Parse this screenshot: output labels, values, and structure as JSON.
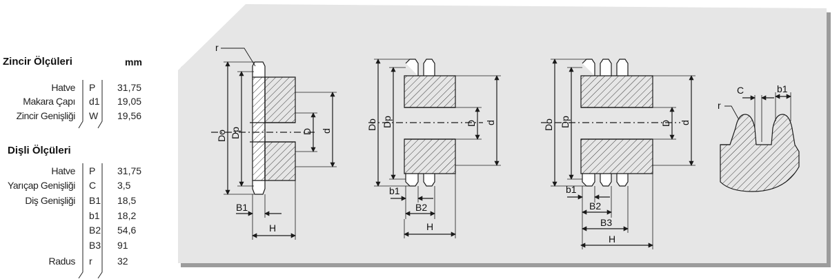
{
  "chain_section": {
    "title": "Zincir Ölçüleri",
    "unit": "mm",
    "rows": [
      {
        "name": "Hatve",
        "symbol": "P",
        "value": "31,75"
      },
      {
        "name": "Makara Çapı",
        "symbol": "d1",
        "value": "19,05"
      },
      {
        "name": "Zincir Genişliği",
        "symbol": "W",
        "value": "19,56"
      }
    ]
  },
  "sprocket_section": {
    "title": "Dişli Ölçüleri",
    "rows": [
      {
        "name": "Hatve",
        "symbol": "P",
        "value": "31,75"
      },
      {
        "name": "Yarıçap Genişliği",
        "symbol": "C",
        "value": "3,5"
      },
      {
        "name": "Diş Genişliği",
        "symbol": "B1",
        "value": "18,5"
      },
      {
        "name": "",
        "symbol": "b1",
        "value": "18,2"
      },
      {
        "name": "",
        "symbol": "B2",
        "value": "54,6"
      },
      {
        "name": "",
        "symbol": "B3",
        "value": "91"
      },
      {
        "name": "Radus",
        "symbol": "r",
        "value": "32"
      }
    ]
  },
  "diagram_labels": {
    "r": "r",
    "Do": "Do",
    "Dp": "Dp",
    "D": "D",
    "d": "d",
    "B1": "B1",
    "b1": "b1",
    "B2": "B2",
    "B3": "B3",
    "H": "H",
    "C": "C"
  },
  "colors": {
    "panel": "#e6e6e6",
    "panel_shadow": "#9c9c9c",
    "line": "#1a1a1a",
    "hatch": "#3a3a3a"
  }
}
